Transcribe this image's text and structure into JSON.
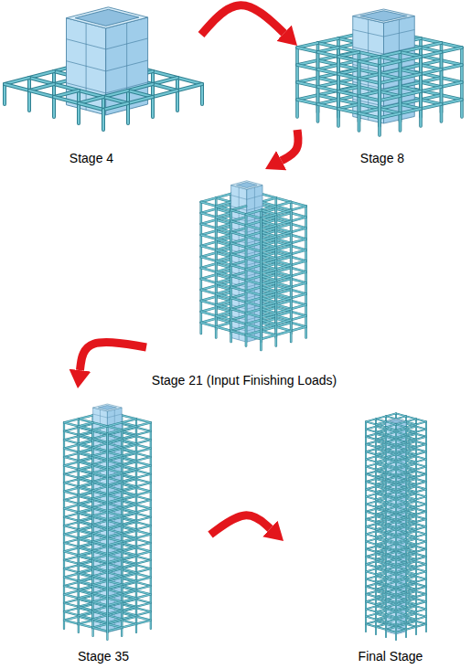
{
  "diagram": {
    "nodes": [
      {
        "text": [
          "Stage 4"
        ]
      },
      {
        "text": [
          "Stage 8"
        ]
      },
      {
        "text": [
          "Stage 21 (Input Finishing Loads)"
        ]
      },
      {
        "text": [
          "Stage 35"
        ]
      },
      {
        "text": [
          "Final Stage"
        ]
      }
    ],
    "edges": [
      {
        "from": 0,
        "to": 1,
        "arrow": "to"
      },
      {
        "from": 1,
        "to": 2,
        "arrow": "to"
      },
      {
        "from": 2,
        "to": 3,
        "arrow": "to"
      },
      {
        "from": 3,
        "to": 4,
        "arrow": "to"
      }
    ]
  }
}
